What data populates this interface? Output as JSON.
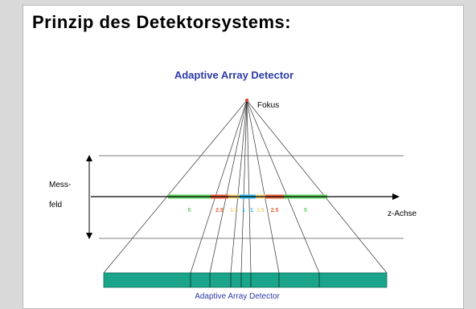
{
  "slide": {
    "title": "Prinzip des Detektorsystems:"
  },
  "diagram": {
    "heading": "Adaptive Array Detector",
    "focus_label": "Fokus",
    "field_label_line1": "Mess-",
    "field_label_line2": "feld",
    "axis_label": "z-Achse",
    "detector_caption": "Adaptive Array Detector",
    "segments": [
      {
        "label": "5",
        "color": "#5fd35f"
      },
      {
        "label": "2.5",
        "color": "#e8633a"
      },
      {
        "label": "1.5",
        "color": "#f2cf76"
      },
      {
        "label": "1",
        "color": "#2bb6e8"
      },
      {
        "label": "1",
        "color": "#2bb6e8"
      },
      {
        "label": "1.5",
        "color": "#f2cf76"
      },
      {
        "label": "2.5",
        "color": "#e8633a"
      },
      {
        "label": "5",
        "color": "#5fd35f"
      }
    ],
    "colors": {
      "heading": "#2b3aa8",
      "detector": "#1aa48a",
      "focus": "#d24a2a",
      "lines": "#333333"
    }
  }
}
